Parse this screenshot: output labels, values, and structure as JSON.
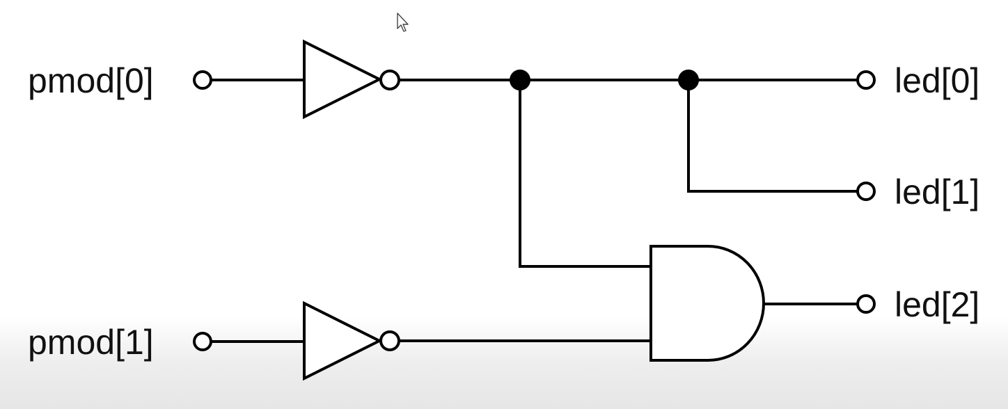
{
  "inputs": [
    {
      "label": "pmod[0]"
    },
    {
      "label": "pmod[1]"
    }
  ],
  "outputs": [
    {
      "label": "led[0]"
    },
    {
      "label": "led[1]"
    },
    {
      "label": "led[2]"
    }
  ],
  "gates": [
    {
      "type": "NOT",
      "input": "pmod[0]"
    },
    {
      "type": "NOT",
      "input": "pmod[1]"
    },
    {
      "type": "AND",
      "inputs": [
        "NOT pmod[0]",
        "NOT pmod[1]"
      ],
      "output": "led[2]"
    }
  ],
  "connections": [
    {
      "from": "NOT pmod[0]",
      "to": "led[0]"
    },
    {
      "from": "NOT pmod[0]",
      "to": "led[1]"
    },
    {
      "from": "NOT pmod[0]",
      "to": "AND input 1"
    },
    {
      "from": "NOT pmod[1]",
      "to": "AND input 2"
    },
    {
      "from": "AND",
      "to": "led[2]"
    }
  ],
  "colors": {
    "line": "#000000",
    "background": "#ffffff"
  },
  "cursor_icon": "mouse-pointer-icon"
}
